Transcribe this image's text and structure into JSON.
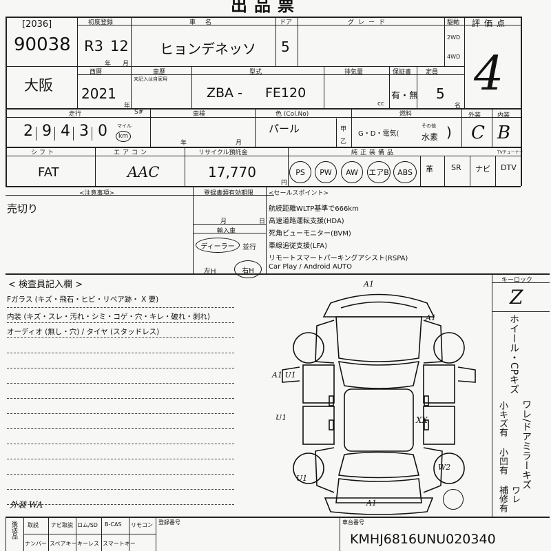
{
  "header": {
    "title": "出品票",
    "lot_bracket": "[2036]",
    "lot_number": "90038"
  },
  "labels": {
    "first_reg": "初度登録",
    "car_name": "車名",
    "doors": "ドア",
    "grade": "グレード",
    "drive": "駆動",
    "rating": "評価点",
    "year_unit": "年",
    "month_unit": "月",
    "seireki": "西暦",
    "shaken_lbl": "車歴",
    "shaken_sub": "未記入は自家用",
    "model": "型式",
    "displacement": "排気量",
    "warranty": "保証書",
    "capacity": "定員",
    "cc": "cc",
    "persons": "名",
    "mileage": "走行",
    "meter": "S#",
    "inspection": "車検",
    "color": "色 (Col.No)",
    "fuel": "燃料",
    "exterior": "外装",
    "interior": "内装",
    "shift": "シフト",
    "aircon": "エアコン",
    "recycle": "リサイクル預託金",
    "equip": "純正装備品",
    "tv_tuner": "TVチューナー",
    "notes": "<注意事項>",
    "reg_deadline": "登録書類有効期限",
    "sales_points": "<セールスポイント>",
    "import": "輸入車",
    "inspector": "< 検査員記入欄 >",
    "keylock": "キーロック",
    "chassis": "車台番号",
    "reg_no": "登録番号",
    "ko_sign": "甲",
    "otsu_sign": "乙",
    "yen": "円",
    "mile_unit": "マイル"
  },
  "vehicle": {
    "era": "R3",
    "month": "12",
    "name": "ヒョンデネッソ",
    "doors": "5",
    "drive_2wd": "2WD",
    "drive_4wd": "4WD",
    "rating": "4",
    "location": "大阪",
    "year": "2021",
    "model_prefix": "ZBA -",
    "model_code": "FE120",
    "warranty": "有・無",
    "capacity": "5",
    "mileage_digits": [
      "2",
      "9",
      "4",
      "3",
      "0"
    ],
    "mileage_unit_km": "km",
    "color": "パール",
    "fuel_text": "G・D・電気(",
    "fuel_other_lbl": "その他",
    "fuel_other": "水素",
    "fuel_close": ")",
    "ext_grade": "C",
    "int_grade": "B",
    "transmission": "FAT",
    "aircon": "AAC",
    "recycle_fee": "17,770",
    "options": [
      "PS",
      "PW",
      "AW",
      "エアB",
      "ABS",
      "革",
      "SR",
      "ナビ",
      "DTV"
    ]
  },
  "notes": {
    "text": "売切り"
  },
  "import_info": {
    "dealer": "ディーラー",
    "parallel": "並行",
    "left_h": "左H",
    "right_h": "右H"
  },
  "sales_points": [
    "航続距離WLTP基準で666km",
    "高速道路運転支援(HDA)",
    "死角ビューモニター(BVM)",
    "車線追従支援(LFA)",
    "リモートスマートパーキングアシスト(RSPA)",
    "Car Play / Android AUTO"
  ],
  "inspector_notes": [
    "Fガラス (キズ・飛石・ヒビ・リペア跡・ X 要)",
    "内装 (キズ・スレ・汚れ・シミ・コゲ・穴・キレ・破れ・剥れ)",
    "オーディオ (無し・穴) / タイヤ (スタッドレス)"
  ],
  "diagram_marks": {
    "front": "A1",
    "front_right": "A1",
    "left_front": "A1 U1",
    "left_mid": "U1",
    "left_rear": "U1",
    "right_mid": "XX",
    "right_rear": "W2",
    "rear": "A1"
  },
  "side_notes": [
    "ホイール・CPキズ",
    "ワレ/ドアミラーキズ",
    "ワレ"
  ],
  "side_hand": [
    "小キズ有",
    "小凹有",
    "補修有"
  ],
  "keylock_mark": "Z",
  "bottom_left_note": "外装 WA",
  "footer": {
    "col_head": [
      "取説",
      "ナビ取説",
      "ロム/SD",
      "B-CAS",
      "リモコン"
    ],
    "col_row": [
      "ナンバー",
      "スペアキー",
      "キーレス",
      "スマートキー"
    ],
    "left_head": "後送品",
    "chassis_no": "KMHJ6816UNU020340"
  }
}
